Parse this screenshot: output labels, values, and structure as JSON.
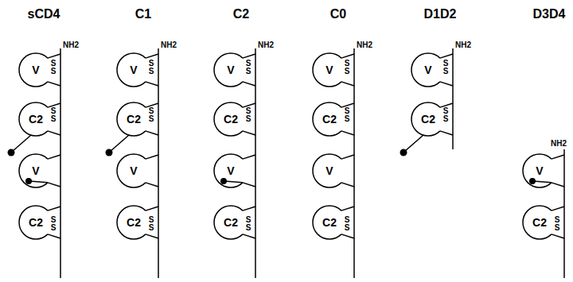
{
  "diagram": {
    "nodes": [
      {
        "text": [
          "V"
        ]
      },
      {
        "text": [
          "C2"
        ]
      },
      {
        "text": [
          "V"
        ]
      },
      {
        "text": [
          "C2"
        ]
      },
      {
        "text": [
          "V"
        ]
      },
      {
        "text": [
          "C2"
        ]
      },
      {
        "text": [
          "V"
        ]
      },
      {
        "text": [
          "C2"
        ]
      },
      {
        "text": [
          "V"
        ]
      },
      {
        "text": [
          "C2"
        ]
      },
      {
        "text": [
          "V"
        ]
      },
      {
        "text": [
          "C2"
        ]
      },
      {
        "text": [
          "V"
        ]
      },
      {
        "text": [
          "C2"
        ]
      },
      {
        "text": [
          "V"
        ]
      },
      {
        "text": [
          "C2"
        ]
      },
      {
        "text": [
          "V"
        ]
      },
      {
        "text": [
          "C2"
        ]
      },
      {
        "text": [
          "V"
        ]
      },
      {
        "text": [
          "C2"
        ]
      }
    ],
    "edges": [
      {
        "from": 0,
        "to": 1,
        "arrow": "none"
      },
      {
        "from": 1,
        "to": 2,
        "arrow": "none"
      },
      {
        "from": 2,
        "to": 3,
        "arrow": "none"
      },
      {
        "from": 4,
        "to": 5,
        "arrow": "none"
      },
      {
        "from": 5,
        "to": 6,
        "arrow": "none"
      },
      {
        "from": 6,
        "to": 7,
        "arrow": "none"
      },
      {
        "from": 8,
        "to": 9,
        "arrow": "none"
      },
      {
        "from": 9,
        "to": 10,
        "arrow": "none"
      },
      {
        "from": 10,
        "to": 11,
        "arrow": "none"
      },
      {
        "from": 12,
        "to": 13,
        "arrow": "none"
      },
      {
        "from": 13,
        "to": 14,
        "arrow": "none"
      },
      {
        "from": 14,
        "to": 15,
        "arrow": "none"
      },
      {
        "from": 16,
        "to": 17,
        "arrow": "none"
      },
      {
        "from": 18,
        "to": 19,
        "arrow": "none"
      }
    ],
    "labels": [
      "sCD4",
      "C1",
      "C2",
      "C0",
      "D1D2",
      "D3D4",
      "NH2",
      "S S",
      "S S",
      "S S",
      "NH2",
      "S S",
      "S S",
      "S S",
      "NH2",
      "S S",
      "S S",
      "S S",
      "NH2",
      "S S",
      "S S",
      "S S",
      "NH2",
      "S S",
      "S S",
      "NH2",
      "S S"
    ]
  }
}
